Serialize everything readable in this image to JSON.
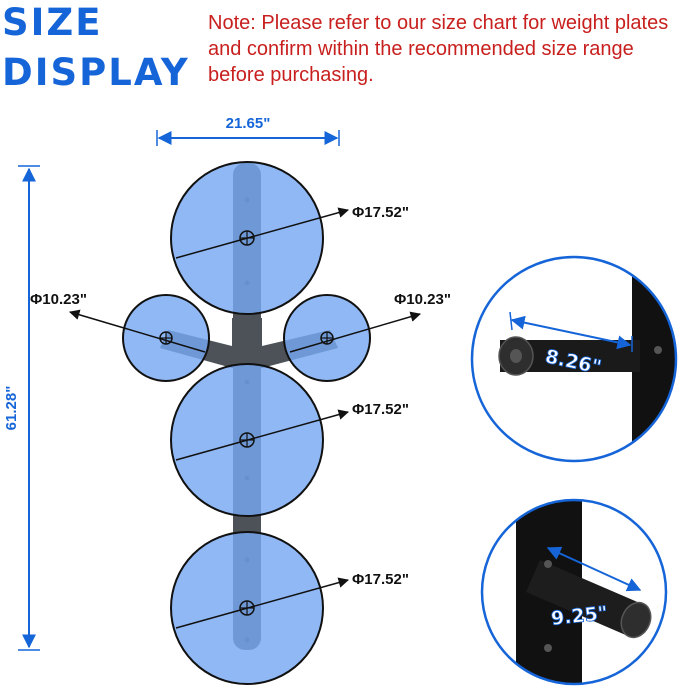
{
  "heading": {
    "line1": "SIZE",
    "line2": "DISPLAY"
  },
  "note": "Note: Please refer to our size chart for weight plates and confirm within the recommended size range before purchasing.",
  "dimensions": {
    "width": "21.65\"",
    "height": "61.28\"",
    "top_plate": "Φ17.52\"",
    "left_plate": "Φ10.23\"",
    "right_plate": "Φ10.23\"",
    "middle_plate": "Φ17.52\"",
    "bottom_plate": "Φ17.52\""
  },
  "insets": {
    "upper_peg_length": "8.26\"",
    "lower_peg_length": "9.25\""
  },
  "colors": {
    "accent_blue": "#1565d8",
    "note_red": "#c8201e",
    "plate_fill": "#76a8f2",
    "rack": "#4d5258"
  }
}
